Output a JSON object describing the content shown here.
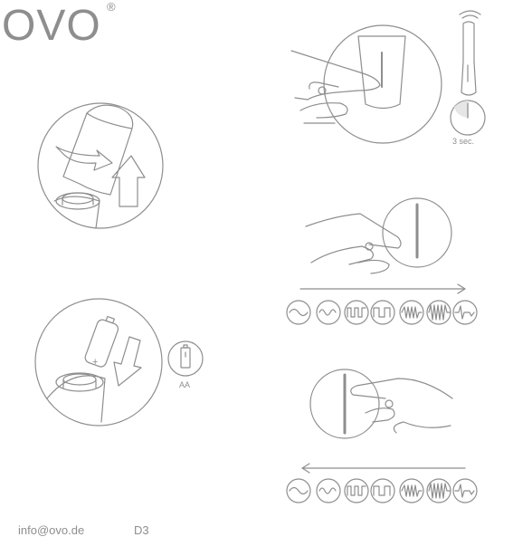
{
  "brand": {
    "logo": "OVO",
    "registered_mark": "®"
  },
  "footer": {
    "email": "info@ovo.de",
    "page_code": "D3"
  },
  "labels": {
    "timer": "3 sec.",
    "battery_type": "AA",
    "battery_plus": "+"
  },
  "colors": {
    "line": "#8e8e8e",
    "background": "#ffffff"
  },
  "vibration_modes": [
    "wave-slow",
    "wave-fast",
    "pulse",
    "pulse-wide",
    "burst",
    "dense-burst",
    "heartbeat"
  ],
  "icons": [
    "fingertip-icon",
    "arrow-up-icon",
    "arrow-down-icon",
    "twist-arrow-icon",
    "battery-icon",
    "timer-icon",
    "vibrator-icon"
  ]
}
